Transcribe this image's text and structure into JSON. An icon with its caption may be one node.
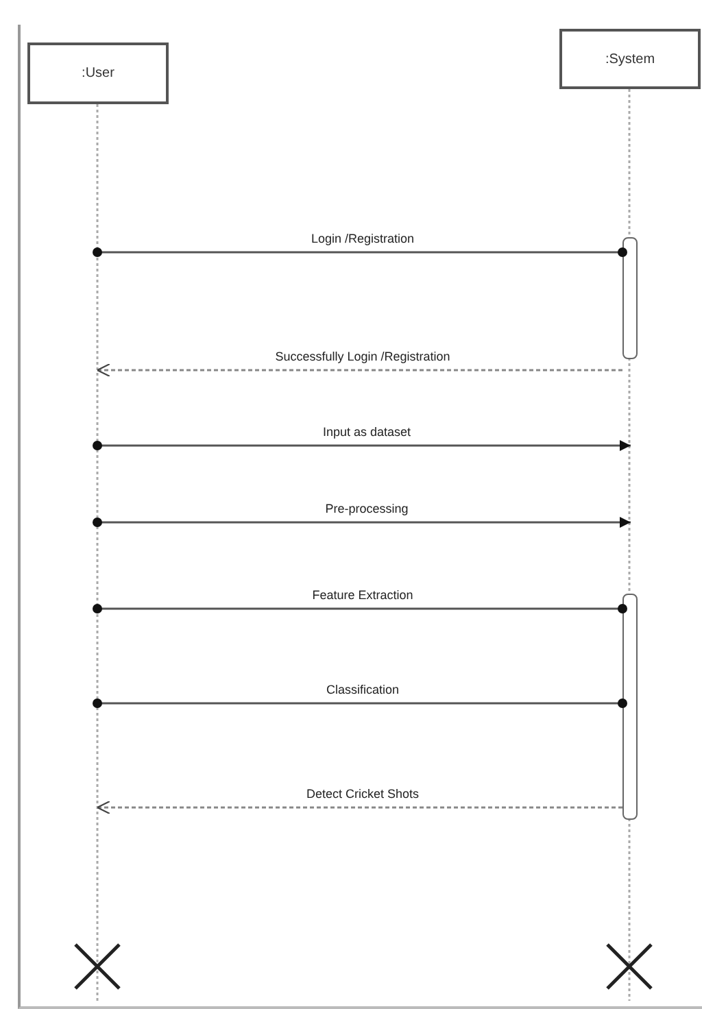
{
  "diagram": {
    "nodes": [
      {
        "text": [
          ":User"
        ]
      },
      {
        "text": [
          ":System"
        ]
      },
      {
        "text": [],
        "shape": "bar",
        "in": 1
      },
      {
        "text": [],
        "shape": "bar",
        "in": 1
      }
    ],
    "edges": [
      {
        "from": 0,
        "to": 2,
        "arrow": "other",
        "label": "Login /Registration"
      },
      {
        "from": 2,
        "to": 0,
        "arrow": "to",
        "style": "dashed",
        "label": "Successfully Login /Registration"
      },
      {
        "from": 0,
        "to": 1,
        "arrow": "to",
        "label": "Input as dataset"
      },
      {
        "from": 0,
        "to": 1,
        "arrow": "to",
        "label": "Pre-processing"
      },
      {
        "from": 0,
        "to": 3,
        "arrow": "other",
        "label": "Feature Extraction"
      },
      {
        "from": 0,
        "to": 3,
        "arrow": "other",
        "label": "Classification"
      },
      {
        "from": 3,
        "to": 0,
        "arrow": "to",
        "style": "dashed",
        "label": "Detect Cricket Shots"
      }
    ]
  }
}
